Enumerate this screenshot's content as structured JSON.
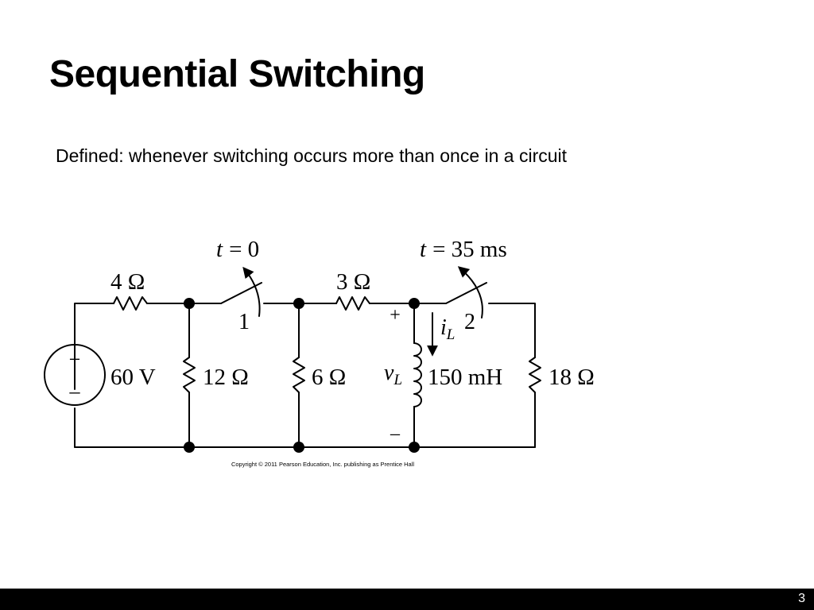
{
  "slide": {
    "title": "Sequential Switching",
    "definition": "Defined: whenever switching occurs more than once in a circuit",
    "page_number": "3"
  },
  "circuit": {
    "switch1": {
      "time_var": "t",
      "time_eq": "= 0",
      "position_label": "1"
    },
    "switch2": {
      "time_var": "t",
      "time_eq": "= 35 ms",
      "position_label": "2"
    },
    "source": {
      "value": "60 V",
      "plus": "+",
      "minus": "–"
    },
    "resistors": {
      "r4": "4 Ω",
      "r3": "3 Ω",
      "r12": "12 Ω",
      "r6": "6 Ω",
      "r18": "18 Ω"
    },
    "inductor": {
      "value": "150 mH",
      "voltage_var": "v",
      "voltage_sub": "L",
      "current_var": "i",
      "current_sub": "L",
      "plus": "+",
      "minus": "–"
    },
    "copyright": "Copyright © 2011 Pearson Education, Inc. publishing as Prentice Hall"
  }
}
